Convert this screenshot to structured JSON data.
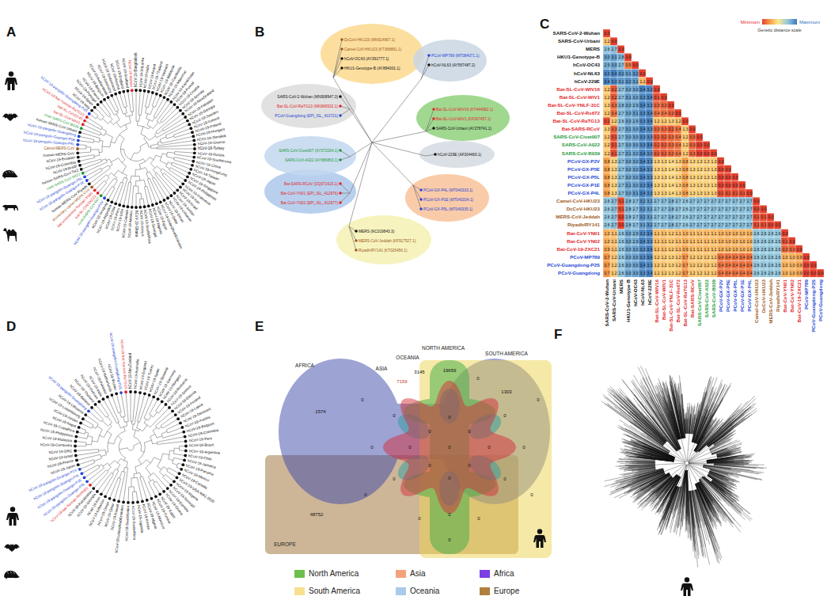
{
  "diagram": {
    "labels": [
      "A",
      "B",
      "C",
      "D",
      "E",
      "F",
      "hCoV-19-Bangladesh",
      "hCoV-19-SriLanka",
      "hCoV-19-India",
      "hCoV-19-Nepal",
      "hCoV-19-Thailand",
      "hCoV-19-Vietnam",
      "hCoV-19-Malaysia",
      "hCoV-19-Cambodia",
      "hCoV-19-Myanmar",
      "hCoV-19-Kazakhstan",
      "hCoV-19-Kuwait",
      "hCoV-19-Croatia",
      "hCoV-19-Norway",
      "hCoV-19-NewZealand",
      "hCoV-19-Pakistan",
      "hCoV-19-Georgia",
      "hCoV-19-Sweden",
      "hCoV-19-Iceland",
      "hCoV-19-Poland",
      "hCoV-19-Hungary",
      "hCoV-19-Slovakia",
      "hCoV-19-Greece",
      "hCoV-19-Turkey",
      "hCoV-19-Russia",
      "hCoV-19-SouthKorea",
      "hCoV-19-China",
      "hCoV-19-HongKong",
      "hCoV-19-Taiwan",
      "hCoV-19-Japan",
      "hCoV-19-Singapore",
      "hCoV-19-Philippines",
      "hCoV-19-Indonesia",
      "hCoV-19-Iran",
      "hCoV-19-Israel",
      "hCoV-19-Jordan",
      "hCoV-19-Lebanon",
      "hCoV-19-Oman",
      "hCoV-19-Qatar",
      "hCoV-19-UnitedArabEmirates",
      "hCoV-19-Egypt",
      "hCoV-19-Nigeria",
      "hCoV-19-Senegal",
      "hCoV-19-SouthAfrica",
      "hCoV-19-Kenya",
      "hCoV-19-Ghana",
      "hCoV-19-Mexico",
      "hCoV-19-Canada",
      "hCoV-19-USA",
      "hCoV-19-Peru",
      "hCoV-19-Chile",
      "hCoV-19-Argentina",
      "hCoV-19-Uruguay",
      "hCoV-19-pangolin-Guangxi-P2V",
      "civet-SARS-CoV-007",
      "bat-SL-CoVZXC21",
      "bat-coronavirus-Yunnan-YN01",
      "dromedary-camel-MERS-CoV",
      "human-MERS-CoV-Riyadh",
      "hCoV-19-pangolin-Guangxi-P1E",
      "hCoV-19-pangolin-Guangxi-P5L",
      "civet-SARS-CoV-A022",
      "human-SARS-CoV-Tor2",
      "hCoV-19-Brazil",
      "hCoV-19-Colombia",
      "hCoV-19-Ecuador",
      "human-MERS-CoV",
      "Camel-MERS-CoV",
      "hCoV-19-pangolin-Guangxi-P4L",
      "hCoV-19-pangolin-Guangxi-P5E",
      "hCoV-19-pangolin-Guangdong",
      "human-SARS-CoV-Urbani",
      "civet-SARS-CoV-B039",
      "bat-SL-CoV-WIV1",
      "bat-SL-CoVZC45",
      "hCoV-19-bat-Yunnan-RaTG13",
      "hCoV-19-pangolin-Guangdong-P2S",
      "hCoV-19-Italy",
      "hCoV-19-Spain",
      "hCoV-19-Portugal",
      "hCoV-19-France",
      "hCoV-19-Belgium",
      "hCoV-19-Netherlands",
      "hCoV-19-Germany",
      "hCoV-19-Switzerland",
      "hCoV-19-Austria",
      "hCoV-19-England",
      "hCoV-19-Scotland",
      "hCoV-19-Wuhan",
      "DcCoV-HKU23 (MN514967.1)",
      "Camel-CoV-HKU23 (KT368891.1)",
      "hCoV-OC43 (AY391777.1)",
      "HKU1-Genotype-B (AY884001.1)",
      "PCoV-MP789 (MT084071.1)",
      "hCoV-NL63 (AY567487.2)",
      "Bat-SL-CoV-WIV16 (KT444582.1)",
      "Bat-SL-CoV-WIV1 (KF367457.1)",
      "SARS-CoV-Urbani (AY278741.1)",
      "hCoV-229E (AF304460.1)",
      "PCoV-GX-P4L (MT040333.1)",
      "PCoV-GX-P1E (MT040334.1)",
      "PCoV-GX-P5L (MT040335.1)",
      "MERS (NC019843.3)",
      "MERS-CoV-Jeddah (KF917527.1)",
      "Riyadh/RY141 (KT026456.1)",
      "Bat-SARS-RCoV (DQ071615.1)",
      "Bat-CoV-YN01 (EPI_ISL_412976)",
      "Bat-CoV-YN02 (EPI_ISL_412977)",
      "SARS-CoV-Civet007 (AY572034.1)",
      "SARS-CoV-A022 (AY686863.1)",
      "SARS-CoV-2-Wuhan (MN908947.3)",
      "Bat-SL-CoV-RaTG13 (MN996532.1)",
      "PCoV-Guangdong (EPI_ISL_410721)",
      "SARS-CoV-2-Wuhan",
      "SARS-CoV-Urbani",
      "MERS",
      "HKU1-Genotype-B",
      "hCoV-OC43",
      "hCoV-NL63",
      "hCoV-229E",
      "Bat-SL-CoV-WIV16",
      "Bat-SL-CoV-WIV1",
      "Bat-SL-CoV-YNLF-31C",
      "Bat-SL-CoV-Rs672",
      "Bat-SL-CoV-RaTG13",
      "Bat-SARS-RCoV",
      "SARS-CoV-Civet007",
      "SARS-CoV-A022",
      "SARS-CoV-B039",
      "PCoV-GX-P2V",
      "PCoV-GX-P5E",
      "PCoV-GX-P5L",
      "PCoV-GX-P1E",
      "PCoV-GX-P4L",
      "Camel-CoV-HKU23",
      "DcCoV-HKU23",
      "MERS-CoV-Jeddah",
      "Riyadh/RY141",
      "Bat-CoV-YN01",
      "Bat-CoV-YN02",
      "Bat-CoV-19-ZXC21",
      "PCoV-MP789",
      "PCoV-Guangdong-P2S",
      "PCoV-Guangdong",
      "SARS-CoV-2-Wuhan",
      "SARS-CoV-Urbani",
      "MERS",
      "HKU1-Genotype-B",
      "hCoV-OC43",
      "hCoV-NL63",
      "hCoV-229E",
      "Bat-SL-CoV-WIV16",
      "Bat-SL-CoV-WIV1",
      "Bat-SL-CoV-YNLF-31C",
      "Bat-SL-CoV-Rs672",
      "Bat-SL-CoV-RaTG13",
      "Bat-SARS-RCoV",
      "SARS-CoV-Civet007",
      "SARS-CoV-A022",
      "SARS-CoV-B039",
      "PCoV-GX-P2V",
      "PCoV-GX-P5E",
      "PCoV-GX-P5L",
      "PCoV-GX-P1E",
      "PCoV-GX-P4L",
      "Camel-CoV-HKU23",
      "DcCoV-HKU23",
      "MERS-CoV-Jeddah",
      "Riyadh/RY141",
      "Bat-CoV-YN01",
      "Bat-CoV-YN02",
      "Bat-CoV-19-ZXC21",
      "PCoV-MP789",
      "PCoV-Guangdong-P2S",
      "PCoV-Guangdong",
      "0.0",
      "1.2",
      "0.0",
      "2.6",
      "2.7",
      "0.0",
      "3.0",
      "3.1",
      "2.8",
      "0.0",
      "2.9",
      "3.0",
      "2.7",
      "0.5",
      "0.0",
      "3.3",
      "3.4",
      "3.2",
      "3.1",
      "3.2",
      "0.0",
      "3.4",
      "3.3",
      "3.1",
      "3.2",
      "3.1",
      "1.1",
      "0.0",
      "1.2",
      "0.2",
      "2.7",
      "3.0",
      "3.0",
      "3.4",
      "3.3",
      "0.0",
      "1.2",
      "0.2",
      "2.7",
      "3.1",
      "3.0",
      "3.3",
      "3.4",
      "0.1",
      "0.0",
      "1.3",
      "0.3",
      "2.8",
      "3.0",
      "2.9",
      "3.4",
      "3.3",
      "0.3",
      "0.3",
      "0.0",
      "1.2",
      "0.4",
      "2.7",
      "3.0",
      "3.1",
      "3.3",
      "3.4",
      "0.4",
      "0.4",
      "0.3",
      "0.0",
      "0.1",
      "1.2",
      "2.6",
      "3.0",
      "2.9",
      "3.3",
      "3.4",
      "1.2",
      "1.2",
      "1.3",
      "1.2",
      "0.0",
      "1.3",
      "0.3",
      "2.7",
      "3.1",
      "3.0",
      "3.4",
      "3.3",
      "0.3",
      "0.3",
      "0.2",
      "0.4",
      "1.3",
      "0.0",
      "1.2",
      "0.1",
      "2.7",
      "3.0",
      "3.0",
      "3.3",
      "3.3",
      "0.2",
      "0.2",
      "0.3",
      "0.4",
      "1.2",
      "0.3",
      "0.0",
      "1.2",
      "0.1",
      "2.7",
      "3.0",
      "3.0",
      "3.3",
      "3.4",
      "0.2",
      "0.2",
      "0.3",
      "0.4",
      "1.2",
      "0.3",
      "0.0",
      "0.0",
      "1.2",
      "0.1",
      "2.7",
      "3.1",
      "3.0",
      "3.4",
      "3.3",
      "0.2",
      "0.2",
      "0.3",
      "0.4",
      "1.2",
      "0.3",
      "0.0",
      "0.0",
      "0.0",
      "0.8",
      "1.3",
      "2.7",
      "3.0",
      "3.0",
      "3.4",
      "3.3",
      "1.3",
      "1.3",
      "1.4",
      "1.3",
      "0.8",
      "1.3",
      "1.3",
      "1.3",
      "1.3",
      "0.0",
      "0.8",
      "1.3",
      "2.7",
      "3.0",
      "3.0",
      "3.4",
      "3.3",
      "1.3",
      "1.3",
      "1.4",
      "1.3",
      "0.8",
      "1.3",
      "1.3",
      "1.3",
      "1.3",
      "0.0",
      "0.0",
      "0.8",
      "1.3",
      "2.7",
      "3.0",
      "3.0",
      "3.4",
      "3.3",
      "1.3",
      "1.3",
      "1.4",
      "1.3",
      "0.8",
      "1.3",
      "1.3",
      "1.3",
      "1.3",
      "0.0",
      "0.0",
      "0.0",
      "0.8",
      "1.3",
      "2.7",
      "3.1",
      "3.0",
      "3.3",
      "3.4",
      "1.3",
      "1.3",
      "1.4",
      "1.3",
      "0.8",
      "1.3",
      "1.3",
      "1.3",
      "1.3",
      "0.0",
      "0.0",
      "0.0",
      "0.0",
      "0.8",
      "1.3",
      "2.7",
      "3.0",
      "3.1",
      "3.4",
      "3.3",
      "1.3",
      "1.3",
      "1.4",
      "1.3",
      "0.8",
      "1.3",
      "1.3",
      "1.3",
      "1.3",
      "0.1",
      "0.1",
      "0.1",
      "0.1",
      "0.0",
      "2.6",
      "2.7",
      "0.1",
      "2.8",
      "2.7",
      "3.2",
      "3.1",
      "2.7",
      "2.7",
      "2.8",
      "2.7",
      "2.6",
      "2.7",
      "2.7",
      "2.7",
      "2.7",
      "2.7",
      "2.7",
      "2.7",
      "2.7",
      "2.7",
      "0.0",
      "2.6",
      "2.7",
      "0.1",
      "2.8",
      "2.7",
      "3.2",
      "3.1",
      "2.7",
      "2.7",
      "2.8",
      "2.7",
      "2.6",
      "2.7",
      "2.7",
      "2.7",
      "2.7",
      "2.7",
      "2.7",
      "2.7",
      "2.7",
      "2.7",
      "0.0",
      "0.0",
      "2.6",
      "2.7",
      "0.0",
      "2.8",
      "2.7",
      "3.2",
      "3.1",
      "2.7",
      "2.7",
      "2.8",
      "2.7",
      "2.6",
      "2.7",
      "2.7",
      "2.7",
      "2.7",
      "2.7",
      "2.7",
      "2.7",
      "2.7",
      "2.7",
      "0.1",
      "0.1",
      "0.0",
      "2.6",
      "2.7",
      "0.0",
      "2.8",
      "2.7",
      "3.1",
      "3.2",
      "2.7",
      "2.7",
      "2.8",
      "2.7",
      "2.6",
      "2.7",
      "2.7",
      "2.7",
      "2.7",
      "2.7",
      "2.7",
      "2.7",
      "2.7",
      "2.7",
      "0.1",
      "0.1",
      "0.0",
      "0.0",
      "1.0",
      "1.1",
      "2.6",
      "3.0",
      "2.9",
      "3.3",
      "3.4",
      "1.1",
      "1.1",
      "1.2",
      "1.1",
      "1.0",
      "1.1",
      "1.1",
      "1.1",
      "1.1",
      "1.0",
      "1.0",
      "1.0",
      "1.0",
      "1.0",
      "2.6",
      "2.6",
      "2.6",
      "2.6",
      "0.0",
      "1.0",
      "1.1",
      "2.6",
      "3.0",
      "2.9",
      "3.4",
      "3.3",
      "1.1",
      "1.1",
      "1.2",
      "1.1",
      "1.0",
      "1.1",
      "1.1",
      "1.1",
      "1.1",
      "1.0",
      "1.0",
      "1.0",
      "1.0",
      "1.0",
      "2.6",
      "2.6",
      "2.6",
      "2.6",
      "0.1",
      "0.0",
      "0.9",
      "1.1",
      "2.6",
      "3.0",
      "3.0",
      "3.3",
      "3.4",
      "1.1",
      "1.1",
      "1.2",
      "1.1",
      "0.9",
      "1.1",
      "1.1",
      "1.1",
      "1.1",
      "1.0",
      "1.0",
      "1.0",
      "1.0",
      "1.0",
      "2.6",
      "2.6",
      "2.6",
      "2.6",
      "0.3",
      "0.3",
      "0.0",
      "0.7",
      "1.2",
      "2.6",
      "3.0",
      "3.0",
      "3.3",
      "3.4",
      "1.2",
      "1.2",
      "1.3",
      "1.2",
      "0.7",
      "1.2",
      "1.2",
      "1.2",
      "1.2",
      "0.4",
      "0.4",
      "0.4",
      "0.4",
      "0.4",
      "2.6",
      "2.6",
      "2.6",
      "2.6",
      "1.0",
      "1.0",
      "0.9",
      "0.0",
      "0.7",
      "1.2",
      "2.6",
      "3.0",
      "3.0",
      "3.4",
      "3.3",
      "1.2",
      "1.2",
      "1.3",
      "1.2",
      "0.7",
      "1.2",
      "1.2",
      "1.2",
      "1.2",
      "0.4",
      "0.4",
      "0.4",
      "0.4",
      "0.4",
      "2.6",
      "2.6",
      "2.6",
      "2.6",
      "1.0",
      "1.0",
      "0.9",
      "0.0",
      "0.0",
      "0.7",
      "1.2",
      "2.6",
      "3.0",
      "3.0",
      "3.3",
      "3.4",
      "1.2",
      "1.2",
      "1.3",
      "1.2",
      "0.7",
      "1.2",
      "1.2",
      "1.2",
      "1.2",
      "0.4",
      "0.4",
      "0.4",
      "0.4",
      "0.4",
      "2.6",
      "2.6",
      "2.6",
      "2.6",
      "1.0",
      "1.0",
      "0.9",
      "0.0",
      "0.0",
      "0.0",
      "Minimum",
      "Maximum",
      "Genetic distance scale",
      "hCoV-19-NewZealand",
      "hCoV-19-Australia",
      "hCoV-19-England",
      "hCoV-19-Turkey",
      "hCoV-19-Spain",
      "hCoV-19-Slovenia",
      "hCoV-19-Germany",
      "hCoV-19-Hungary",
      "hCoV-19-Romania",
      "hCoV-19-Greece",
      "hCoV-19-Estonia",
      "hCoV-19-Finland",
      "hCoV-19-Latvia",
      "hCoV-19-Denmark",
      "hCoV-19-Austria",
      "hCoV-19-Belgium",
      "hCoV-19-Colombia",
      "hCoV-19-Peru",
      "hCoV-19-Brazil",
      "hCoV-19-Argentina",
      "hCoV-19-Chile",
      "hCoV-19-Jamaica",
      "hCoV-19-Panama",
      "hCoV-19-Mexico",
      "hCoV-19-Canada",
      "hCoV-19-USA-WA1-2020",
      "hCoV-19-Nigeria",
      "hCoV-19-Senegal",
      "hCoV-19-Gambia",
      "hCoV-19-Ghana",
      "hCoV-19-Egypt",
      "hCoV-19-Tunisia",
      "hCoV-19-Morocco",
      "hCoV-19-Algeria",
      "hCoV-19-Kenya",
      "hCoV-19-Uganda",
      "hCoV-19-SouthAfrica",
      "hCoV-19-SaudiArabia",
      "hCoV-19-UnitedArabEmirates",
      "hCoV-19-Kuwait",
      "hCoV-19-Qatar",
      "hCoV-19-Oman",
      "hCoV-19-Lebanon",
      "hCoV-19-Iran",
      "hCoV-19-Georgia",
      "hCoV-19-Kazakhstan",
      "hCoV-19-bat-Yunnan-RmYN02",
      "hCoV-19-pangolin-Guangxi-P5L",
      "hCoV-19-pangolin-Guangxi-P1E",
      "hCoV-19-pangolin-Guangxi-P4L",
      "hCoV-19-pangolin-Guangxi-P2V",
      "hCoV-19-Japan",
      "hCoV-19-France",
      "hCoV-19-Israel",
      "hCoV-19-DRC",
      "hCoV-19-Cambodia",
      "hCoV-19-Malaysia",
      "hCoV-19-Philippines",
      "hCoV-19-CostaRica",
      "hCoV-19-Nepal",
      "hCoV-19-Jordan",
      "hCoV-19-Luxembourg",
      "hCoV-19-Lithuania",
      "hCoV-19-pangolin-Guangdong",
      "hCoV-19-Belarus",
      "hCoV-19-Thailand",
      "hCoV-19-Vietnam",
      "hCoV-19-India",
      "hCoV-19-Pakistan",
      "hCoV-19-Netherlands",
      "hCoV-19-Wuhan",
      "hCoV-19-pangolin-Guangdong-P2S",
      "hCoV-19-bat-Yunnan-RaTG13",
      "NORTH AMERICA",
      "SOUTH AMERICA",
      "OCEANIA",
      "ASIA",
      "AFRICA",
      "EUROPE",
      "19659",
      "1303",
      "7159",
      "3145",
      "1574",
      "48752",
      "0",
      "0",
      "0",
      "0",
      "0",
      "0",
      "0",
      "0",
      "0",
      "0",
      "0",
      "0",
      "0",
      "0",
      "0",
      "0",
      "0",
      "0",
      "0",
      "0",
      "0",
      "0",
      "0",
      "0"
    ],
    "legend": [
      {
        "text": "North America",
        "color": "#6cc04a"
      },
      {
        "text": "Asia",
        "color": "#f4a27c"
      },
      {
        "text": "Africa",
        "color": "#7b3fe4"
      },
      {
        "text": "South America",
        "color": "#f8e08e"
      },
      {
        "text": "Oceania",
        "color": "#a9cbe9"
      },
      {
        "text": "Europe",
        "color": "#b07f3c"
      }
    ]
  }
}
